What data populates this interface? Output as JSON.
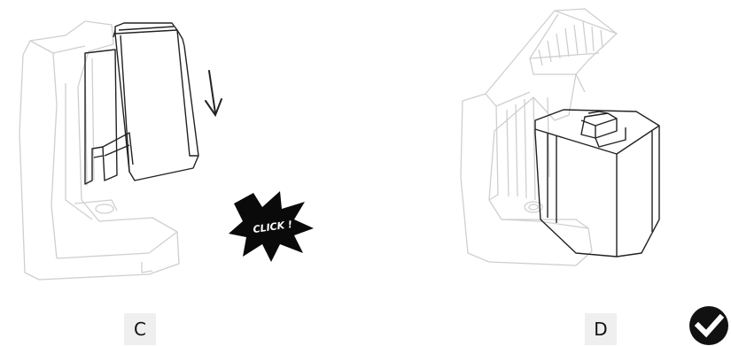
{
  "steps": [
    {
      "label": "C"
    },
    {
      "label": "D"
    }
  ],
  "click_burst": {
    "text": "CLICK !"
  },
  "status": {
    "icon": "checkmark-icon",
    "color": "#111111"
  }
}
